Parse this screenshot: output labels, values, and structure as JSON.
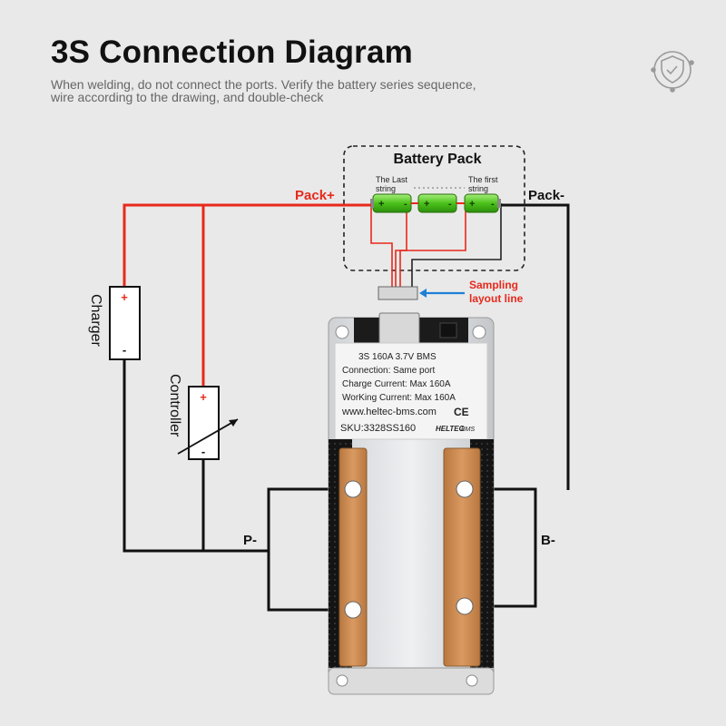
{
  "header": {
    "title": "3S Connection Diagram",
    "subtitle_line1": "When welding, do not connect the ports. Verify the battery series sequence,",
    "subtitle_line2": "wire according to the drawing, and double-check",
    "logo_icon": "shield-logo-icon"
  },
  "battery_pack": {
    "title": "Battery Pack",
    "last_string_line1": "The Last",
    "last_string_line2": "string",
    "first_string_line1": "The first",
    "first_string_line2": "string",
    "cell_plus": "+",
    "cell_minus": "-"
  },
  "wire_labels": {
    "pack_plus": "Pack+",
    "pack_minus": "Pack-",
    "p_minus": "P-",
    "b_minus": "B-",
    "sampling_line1": "Sampling",
    "sampling_line2": "layout line"
  },
  "charger": {
    "label": "Charger",
    "plus": "+",
    "minus": "-"
  },
  "controller": {
    "label": "Controller",
    "plus": "+",
    "minus": "-"
  },
  "bms": {
    "line1": "3S 160A 3.7V BMS",
    "line2": "Connection:  Same port",
    "line3": "Charge Current:   Max 160A",
    "line4": "WorKing Current:  Max 160A",
    "line5": "www.heltec-bms.com",
    "ce_mark": "CE",
    "sku": "SKU:3328SS160",
    "brand": "HELTEC",
    "brand_suffix": "BMS"
  },
  "colors": {
    "positive_wire": "#e8291c",
    "negative_wire": "#111111",
    "sampling_arrow": "#1e7fd6",
    "copper": "#c98a52",
    "cell_green": "#4cc21a",
    "sampling_text": "#e8291c"
  }
}
